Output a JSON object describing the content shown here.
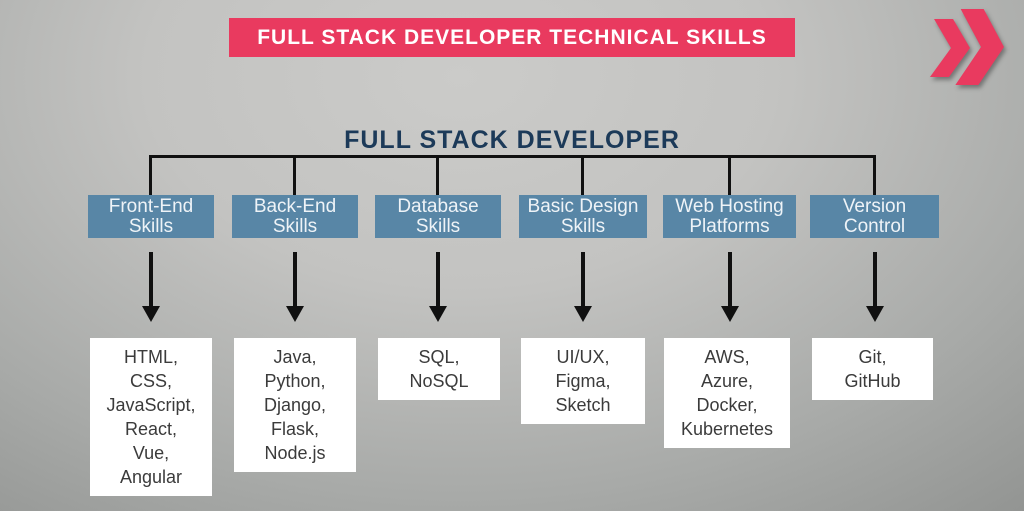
{
  "banner": {
    "title": "FULL STACK DEVELOPER TECHNICAL SKILLS",
    "bg_color": "#e93a5f",
    "text_color": "#ffffff"
  },
  "logo": {
    "icon": "double-chevron-right-icon",
    "color": "#e93a5f"
  },
  "diagram": {
    "type": "tree",
    "root": "FULL STACK DEVELOPER",
    "root_color": "#1c3a59",
    "category_box_color": "#5886a6",
    "connector_color": "#101010",
    "branches": [
      {
        "category": "Front-End\nSkills",
        "skills": "HTML,\nCSS,\nJavaScript,\nReact,\nVue,\nAngular"
      },
      {
        "category": "Back-End\nSkills",
        "skills": "Java,\nPython,\nDjango,\nFlask,\nNode.js"
      },
      {
        "category": "Database\nSkills",
        "skills": "SQL,\nNoSQL"
      },
      {
        "category": "Basic Design\nSkills",
        "skills": "UI/UX,\nFigma,\nSketch"
      },
      {
        "category": "Web Hosting\nPlatforms",
        "skills": "AWS,\nAzure,\nDocker,\nKubernetes"
      },
      {
        "category": "Version\nControl",
        "skills": "Git,\nGitHub"
      }
    ]
  }
}
